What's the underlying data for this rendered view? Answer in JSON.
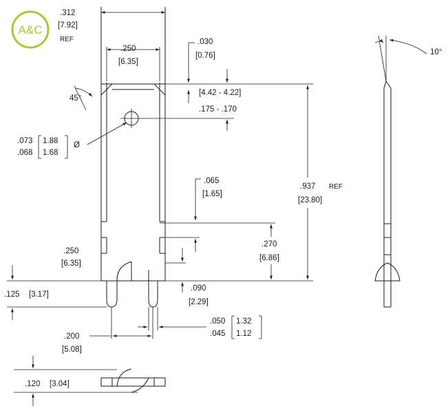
{
  "brand": {
    "logo_text": "A&C",
    "color": "#a6c93a"
  },
  "colors": {
    "line": "#1a1a1a",
    "background": "#ffffff"
  },
  "dimensions": {
    "overall_width": {
      "inch": ".312",
      "mm": "[7.92]",
      "note": "REF"
    },
    "inner_width": {
      "inch": ".250",
      "mm": "[6.35]"
    },
    "thickness": {
      "inch": ".030",
      "mm": "[0.76]"
    },
    "hole_position": {
      "mm": "[4.42 - 4.22]",
      "inch": ".175 - .170"
    },
    "chamfer_angle": "45°",
    "hole_diameter": {
      "inch_max": ".073",
      "mm_max": "1.88",
      "inch_min": ".068",
      "mm_min": "1.68",
      "symbol": "Ø"
    },
    "notch_depth": {
      "inch": ".065",
      "mm": "[1.65]"
    },
    "overall_height": {
      "inch": ".937",
      "note": "REF",
      "mm": "[23.80]"
    },
    "notch_width": {
      "inch": ".250",
      "mm": "[6.35]"
    },
    "notch_to_base": {
      "inch": ".270",
      "mm": "[6.86]"
    },
    "base_offset": {
      "inch": ".090",
      "mm": "[2.29]"
    },
    "tab_height": {
      "inch": ".125",
      "mm": "[3.17]"
    },
    "leg_spacing": {
      "inch": ".200",
      "mm": "[5.08]"
    },
    "leg_width": {
      "inch_max": ".050",
      "mm_max": "1.32",
      "inch_min": ".045",
      "mm_min": "1.12"
    },
    "bottom_height": {
      "inch": ".120",
      "mm": "[3.04]"
    },
    "side_angle": "10°"
  }
}
